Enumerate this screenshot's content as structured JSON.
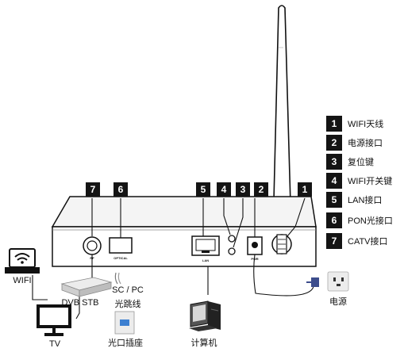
{
  "callouts": [
    "7",
    "6",
    "5",
    "4",
    "3",
    "2",
    "1"
  ],
  "legend": [
    {
      "num": "1",
      "label": "WIFI天线"
    },
    {
      "num": "2",
      "label": "电源接口"
    },
    {
      "num": "3",
      "label": "复位键"
    },
    {
      "num": "4",
      "label": "WIFI开关键"
    },
    {
      "num": "5",
      "label": "LAN接口"
    },
    {
      "num": "6",
      "label": "PON光接口"
    },
    {
      "num": "7",
      "label": "CATV接口"
    }
  ],
  "port_labels": {
    "rf": "RF",
    "optical": "OPTICAL",
    "lan": "LAN",
    "pwr": "PWR"
  },
  "devices": {
    "wifi": "WIFI",
    "stb": "DVB STB",
    "tv": "TV",
    "fiber_line_1": "SC / PC",
    "fiber_line_2": "光跳线",
    "fiber_socket": "光口插座",
    "computer": "计算机",
    "power": "电源"
  }
}
